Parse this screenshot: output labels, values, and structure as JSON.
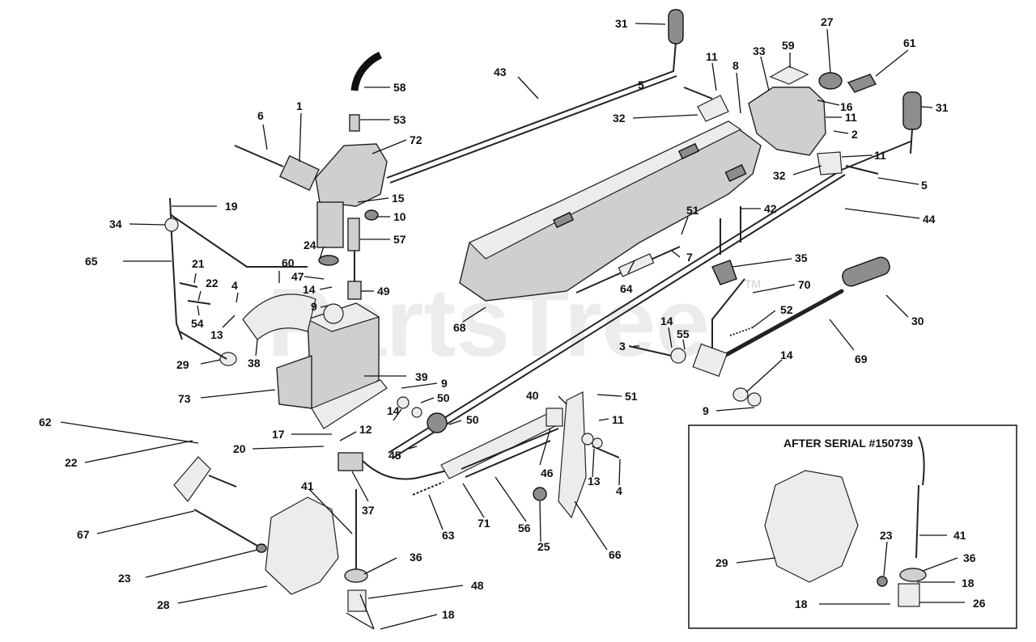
{
  "watermark": {
    "text": "PartsTree",
    "tm": "TM"
  },
  "inset": {
    "title": "AFTER SERIAL #150739"
  },
  "callouts": [
    {
      "id": "c31a",
      "label": "31"
    },
    {
      "id": "c43",
      "label": "43"
    },
    {
      "id": "c11a",
      "label": "11"
    },
    {
      "id": "c8",
      "label": "8"
    },
    {
      "id": "c33",
      "label": "33"
    },
    {
      "id": "c59",
      "label": "59"
    },
    {
      "id": "c27",
      "label": "27"
    },
    {
      "id": "c61",
      "label": "61"
    },
    {
      "id": "c5a",
      "label": "5"
    },
    {
      "id": "c58",
      "label": "58"
    },
    {
      "id": "c53",
      "label": "53"
    },
    {
      "id": "c6",
      "label": "6"
    },
    {
      "id": "c1",
      "label": "1"
    },
    {
      "id": "c72",
      "label": "72"
    },
    {
      "id": "c32a",
      "label": "32"
    },
    {
      "id": "c16",
      "label": "16"
    },
    {
      "id": "c11b",
      "label": "11"
    },
    {
      "id": "c2",
      "label": "2"
    },
    {
      "id": "c31b",
      "label": "31"
    },
    {
      "id": "c11c",
      "label": "11"
    },
    {
      "id": "c32b",
      "label": "32"
    },
    {
      "id": "c5b",
      "label": "5"
    },
    {
      "id": "c44",
      "label": "44"
    },
    {
      "id": "c19",
      "label": "19"
    },
    {
      "id": "c15",
      "label": "15"
    },
    {
      "id": "c10",
      "label": "10"
    },
    {
      "id": "c42",
      "label": "42"
    },
    {
      "id": "c34",
      "label": "34"
    },
    {
      "id": "c57",
      "label": "57"
    },
    {
      "id": "c51a",
      "label": "51"
    },
    {
      "id": "c24",
      "label": "24"
    },
    {
      "id": "c60",
      "label": "60"
    },
    {
      "id": "c7",
      "label": "7"
    },
    {
      "id": "c35",
      "label": "35"
    },
    {
      "id": "c65",
      "label": "65"
    },
    {
      "id": "c21",
      "label": "21"
    },
    {
      "id": "c47",
      "label": "47"
    },
    {
      "id": "c22a",
      "label": "22"
    },
    {
      "id": "c14a",
      "label": "14"
    },
    {
      "id": "c49",
      "label": "49"
    },
    {
      "id": "c64",
      "label": "64"
    },
    {
      "id": "c70",
      "label": "70"
    },
    {
      "id": "c4a",
      "label": "4"
    },
    {
      "id": "c9a",
      "label": "9"
    },
    {
      "id": "c54",
      "label": "54"
    },
    {
      "id": "c13a",
      "label": "13"
    },
    {
      "id": "c52",
      "label": "52"
    },
    {
      "id": "c30",
      "label": "30"
    },
    {
      "id": "c68",
      "label": "68"
    },
    {
      "id": "c14b",
      "label": "14"
    },
    {
      "id": "c3",
      "label": "3"
    },
    {
      "id": "c55",
      "label": "55"
    },
    {
      "id": "c38",
      "label": "38"
    },
    {
      "id": "c29a",
      "label": "29"
    },
    {
      "id": "c69",
      "label": "69"
    },
    {
      "id": "c14c",
      "label": "14"
    },
    {
      "id": "c39",
      "label": "39"
    },
    {
      "id": "c9b",
      "label": "9"
    },
    {
      "id": "c73",
      "label": "73"
    },
    {
      "id": "c50a",
      "label": "50"
    },
    {
      "id": "c40",
      "label": "40"
    },
    {
      "id": "c51b",
      "label": "51"
    },
    {
      "id": "c9c",
      "label": "9"
    },
    {
      "id": "c14d",
      "label": "14"
    },
    {
      "id": "c62",
      "label": "62"
    },
    {
      "id": "c17",
      "label": "17"
    },
    {
      "id": "c12",
      "label": "12"
    },
    {
      "id": "c50b",
      "label": "50"
    },
    {
      "id": "c11d",
      "label": "11"
    },
    {
      "id": "c20",
      "label": "20"
    },
    {
      "id": "c45",
      "label": "45"
    },
    {
      "id": "c22b",
      "label": "22"
    },
    {
      "id": "c46",
      "label": "46"
    },
    {
      "id": "c13b",
      "label": "13"
    },
    {
      "id": "c4b",
      "label": "4"
    },
    {
      "id": "c41a",
      "label": "41"
    },
    {
      "id": "c37",
      "label": "37"
    },
    {
      "id": "c67",
      "label": "67"
    },
    {
      "id": "c63",
      "label": "63"
    },
    {
      "id": "c71",
      "label": "71"
    },
    {
      "id": "c56",
      "label": "56"
    },
    {
      "id": "c25",
      "label": "25"
    },
    {
      "id": "c66",
      "label": "66"
    },
    {
      "id": "c36a",
      "label": "36"
    },
    {
      "id": "c23a",
      "label": "23"
    },
    {
      "id": "c48",
      "label": "48"
    },
    {
      "id": "c28",
      "label": "28"
    },
    {
      "id": "c18a",
      "label": "18"
    },
    {
      "id": "c23b",
      "label": "23"
    },
    {
      "id": "c41b",
      "label": "41"
    },
    {
      "id": "c29b",
      "label": "29"
    },
    {
      "id": "c36b",
      "label": "36"
    },
    {
      "id": "c18b",
      "label": "18"
    },
    {
      "id": "c18c",
      "label": "18"
    },
    {
      "id": "c26",
      "label": "26"
    }
  ]
}
